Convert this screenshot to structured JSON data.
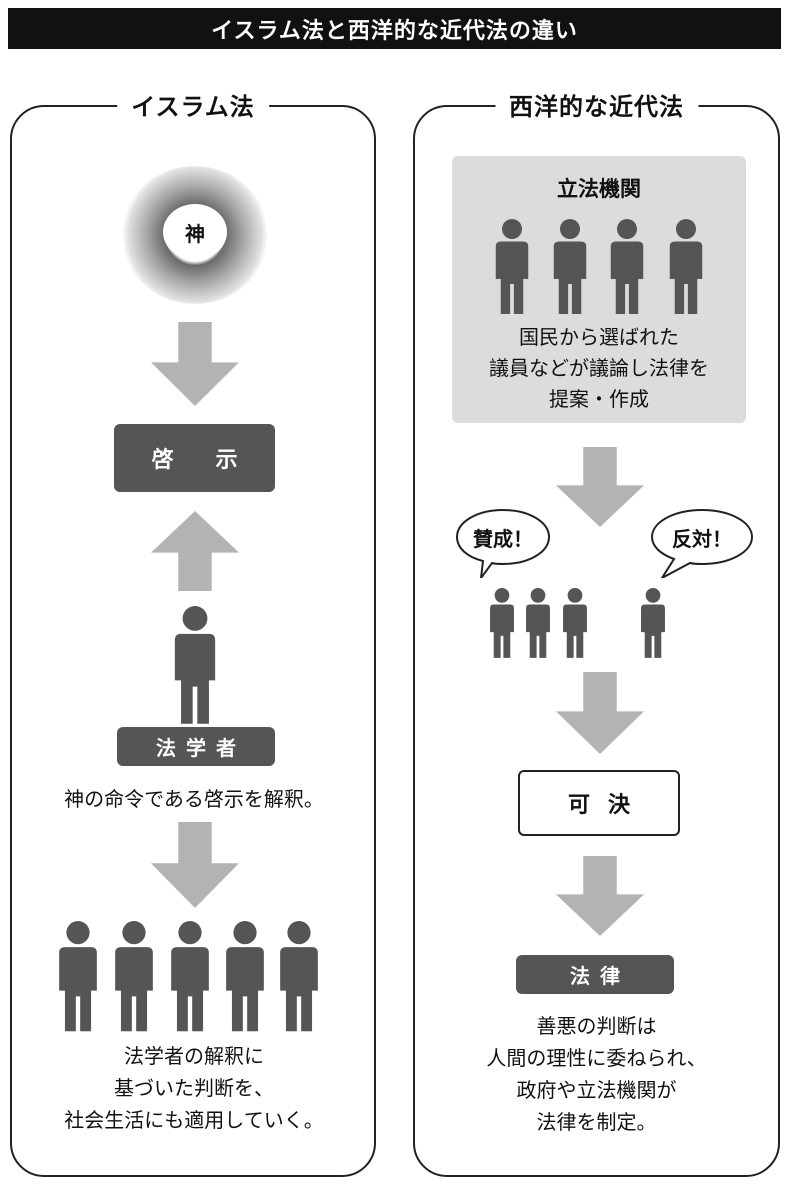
{
  "title": "イスラム法と西洋的な近代法の違い",
  "left": {
    "heading": "イスラム法",
    "god_label": "神",
    "revelation_label": "啓　示",
    "jurist_label": "法学者",
    "jurist_caption": "神の命令である啓示を解釈。",
    "society_caption": "法学者の解釈に\n基づいた判断を、\n社会生活にも適用していく。"
  },
  "right": {
    "heading": "西洋的な近代法",
    "legislature_title": "立法機関",
    "legislature_text": "国民から選ばれた\n議員などが議論し法律を\n提案・作成",
    "bubble_yes": "賛成！",
    "bubble_no": "反対！",
    "passed_label": "可決",
    "law_label": "法律",
    "law_caption": "善悪の判断は\n人間の理性に委ねられ、\n政府や立法機関が\n法律を制定。"
  },
  "colors": {
    "arrow": "#b3b3b3",
    "figure": "#555555",
    "dark_box": "#555555",
    "gray_panel": "#dcdcdc"
  }
}
